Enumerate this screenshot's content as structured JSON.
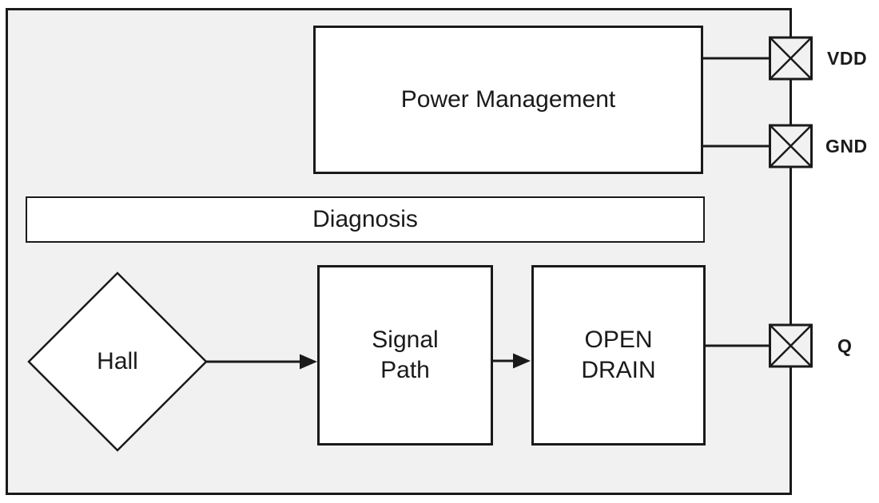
{
  "diagram": {
    "blocks": {
      "power_management": {
        "label": "Power Management"
      },
      "diagnosis": {
        "label": "Diagnosis"
      },
      "hall": {
        "label": "Hall"
      },
      "signal_path": {
        "label": "Signal\nPath"
      },
      "open_drain": {
        "label": "OPEN\nDRAIN"
      }
    },
    "pins": [
      {
        "id": "vdd",
        "label": "VDD"
      },
      {
        "id": "gnd",
        "label": "GND"
      },
      {
        "id": "q",
        "label": "Q"
      }
    ],
    "colors": {
      "chip_fill": "#f1f1f1",
      "block_fill": "#ffffff",
      "stroke": "#1a1a1a",
      "background": "#ffffff"
    }
  }
}
